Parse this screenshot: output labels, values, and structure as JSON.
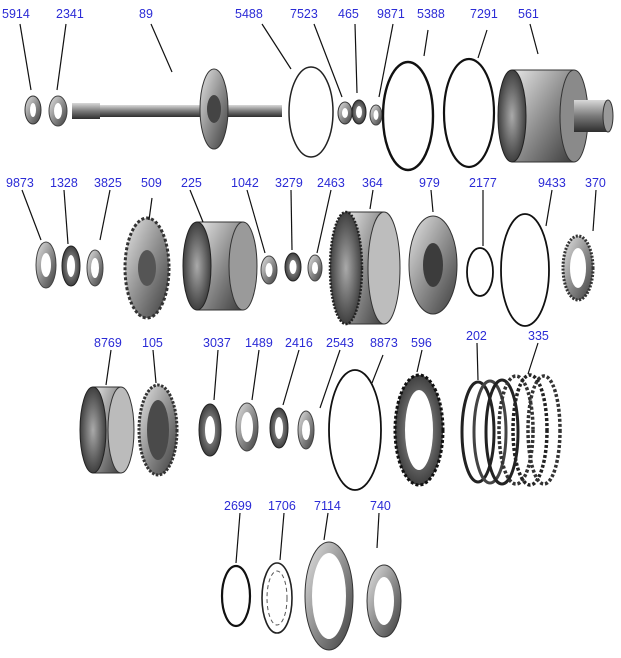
{
  "labels": {
    "r1": [
      "5914",
      "2341",
      "89",
      "5488",
      "7523",
      "465",
      "9871",
      "5388",
      "7291",
      "561"
    ],
    "r2": [
      "9873",
      "1328",
      "3825",
      "509",
      "225",
      "1042",
      "3279",
      "2463",
      "364",
      "979",
      "2177",
      "9433",
      "370"
    ],
    "r3": [
      "8769",
      "105",
      "3037",
      "1489",
      "2416",
      "2543",
      "8873",
      "596",
      "202",
      "335"
    ],
    "r4": [
      "2699",
      "1706",
      "7114",
      "740"
    ]
  },
  "colors": {
    "label": "#2b2bd6",
    "leader": "#111111",
    "part_dark": "#3a3a3a",
    "part_mid": "#8a8a8a",
    "part_light": "#c8c8c8"
  }
}
